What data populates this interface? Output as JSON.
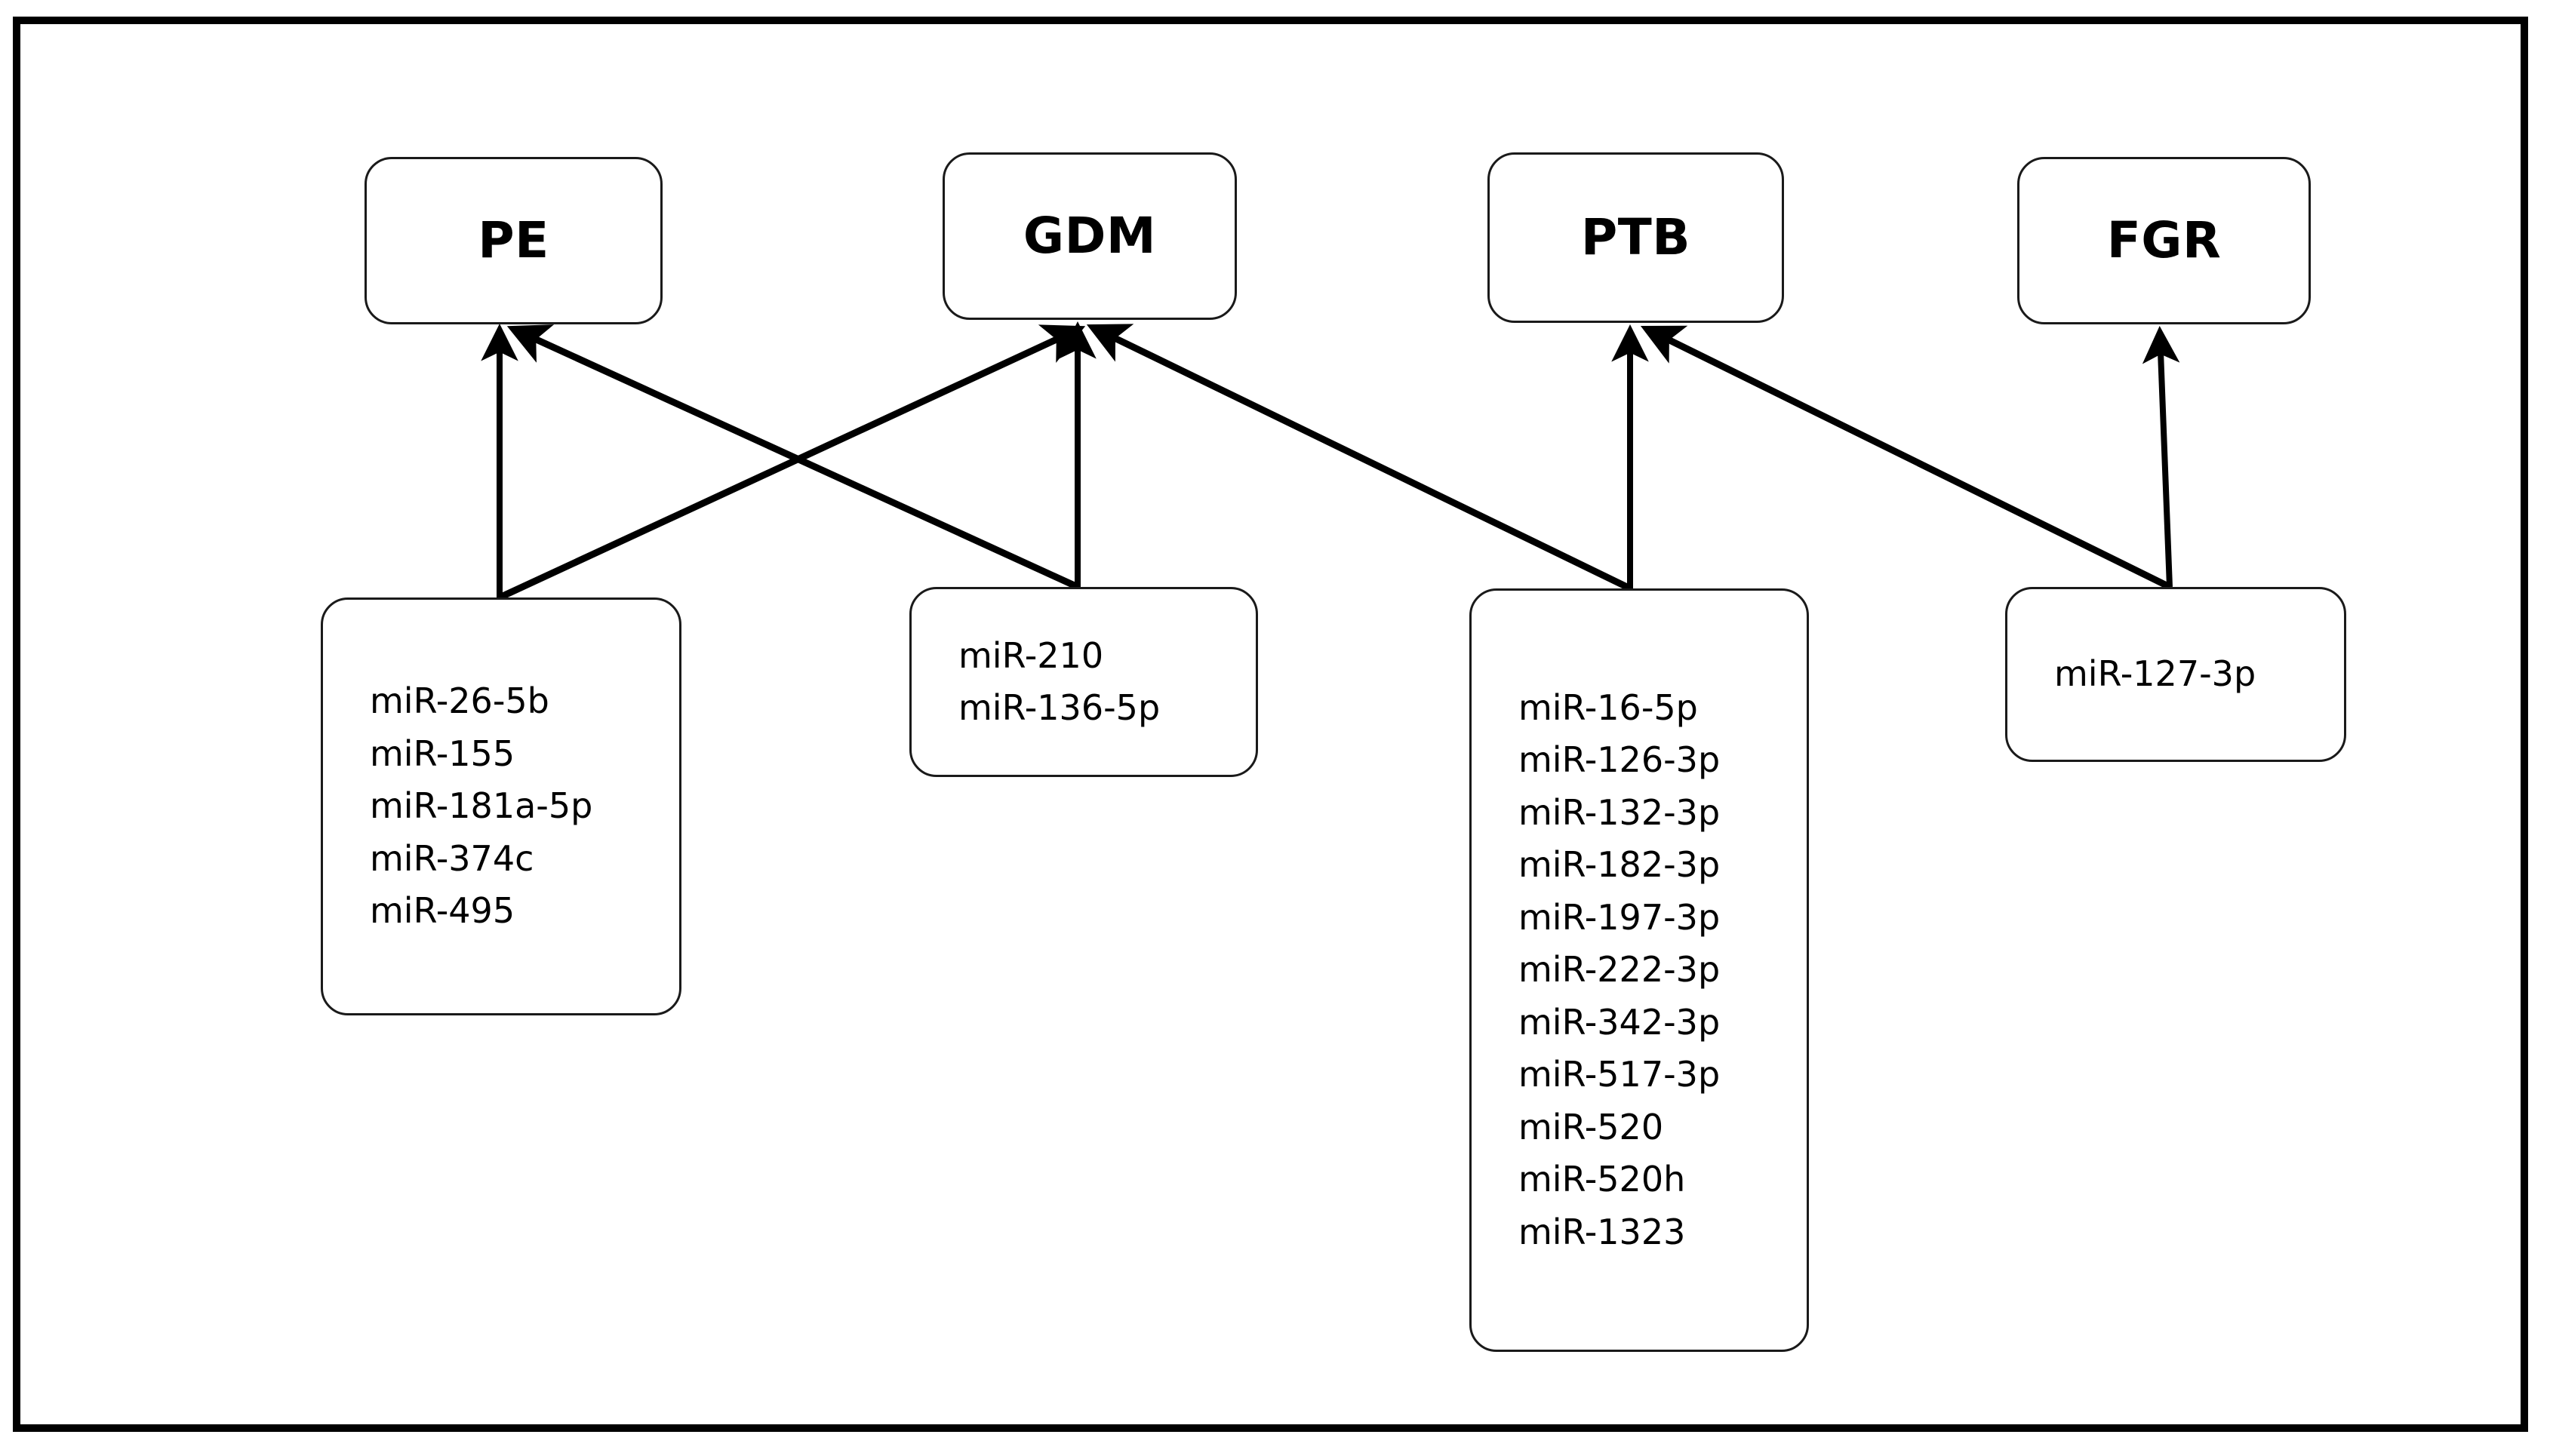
{
  "figure": {
    "type": "relationship-diagram",
    "description": "miRNA biomarkers associated with pregnancy complications",
    "frame_color": "#000000",
    "box_border_color": "#1a1a1a",
    "background_color": "#ffffff",
    "arrow_color": "#000000"
  },
  "diseases": [
    {
      "id": "pe",
      "label": "PE"
    },
    {
      "id": "gdm",
      "label": "GDM"
    },
    {
      "id": "ptb",
      "label": "PTB"
    },
    {
      "id": "fgr",
      "label": "FGR"
    }
  ],
  "mirna_groups": [
    {
      "id": "pe-mirnas",
      "items": [
        "miR-26-5b",
        "miR-155",
        "miR-181a-5p",
        "miR-374c",
        "miR-495"
      ]
    },
    {
      "id": "gdm-mirnas",
      "items": [
        "miR-210",
        "miR-136-5p"
      ]
    },
    {
      "id": "ptb-mirnas",
      "items": [
        "miR-16-5p",
        "miR-126-3p",
        "miR-132-3p",
        "miR-182-3p",
        "miR-197-3p",
        "miR-222-3p",
        "miR-342-3p",
        "miR-517-3p",
        "miR-520",
        "miR-520h",
        "miR-1323"
      ]
    },
    {
      "id": "fgr-mirnas",
      "items": [
        "miR-127-3p"
      ]
    }
  ],
  "connections": [
    {
      "from": "pe-mirnas",
      "to": "pe"
    },
    {
      "from": "pe-mirnas",
      "to": "gdm"
    },
    {
      "from": "gdm-mirnas",
      "to": "gdm"
    },
    {
      "from": "gdm-mirnas",
      "to": "pe"
    },
    {
      "from": "ptb-mirnas",
      "to": "ptb"
    },
    {
      "from": "ptb-mirnas",
      "to": "gdm"
    },
    {
      "from": "fgr-mirnas",
      "to": "fgr"
    },
    {
      "from": "fgr-mirnas",
      "to": "ptb"
    }
  ]
}
